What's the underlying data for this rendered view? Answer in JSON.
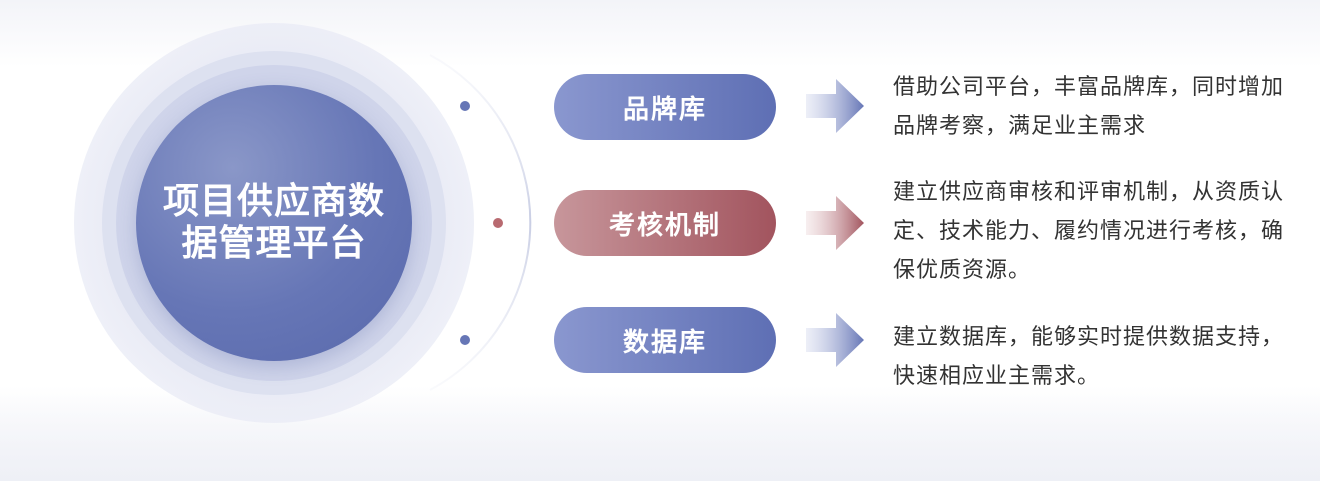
{
  "center": {
    "title": "项目供应商数据管理平台"
  },
  "items": [
    {
      "label": "品牌库",
      "color": "#6676b6",
      "description": "借助公司平台，丰富品牌库，同时增加品牌考察，满足业主需求"
    },
    {
      "label": "考核机制",
      "color": "#a2545e",
      "description": "建立供应商审核和评审机制，从资质认定、技术能力、履约情况进行考核，确保优质资源。"
    },
    {
      "label": "数据库",
      "color": "#6676b6",
      "description": "建立数据库，能够实时提供数据支持，快速相应业主需求。"
    }
  ]
}
